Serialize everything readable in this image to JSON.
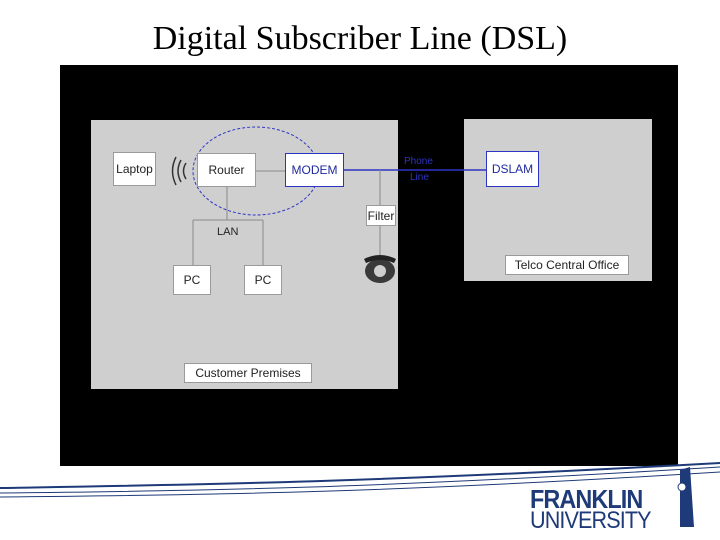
{
  "slide": {
    "title": "Digital Subscriber Line (DSL)"
  },
  "diagram": {
    "customer_panel_label": "Customer Premises",
    "telco_panel_label": "Telco Central Office",
    "nodes": {
      "laptop": "Laptop",
      "router": "Router",
      "modem": "MODEM",
      "filter": "Filter",
      "dslam": "DSLAM",
      "pc1": "PC",
      "pc2": "PC"
    },
    "lan_label": "LAN",
    "phone_line_label_1": "Phone",
    "phone_line_label_2": "Line",
    "colors": {
      "accent_blue": "#2d34c4",
      "panel_gray": "#cfcfcf",
      "background": "#000000"
    }
  },
  "footer": {
    "logo_line1": "FRANKLIN",
    "logo_line2": "UNIVERSITY"
  }
}
